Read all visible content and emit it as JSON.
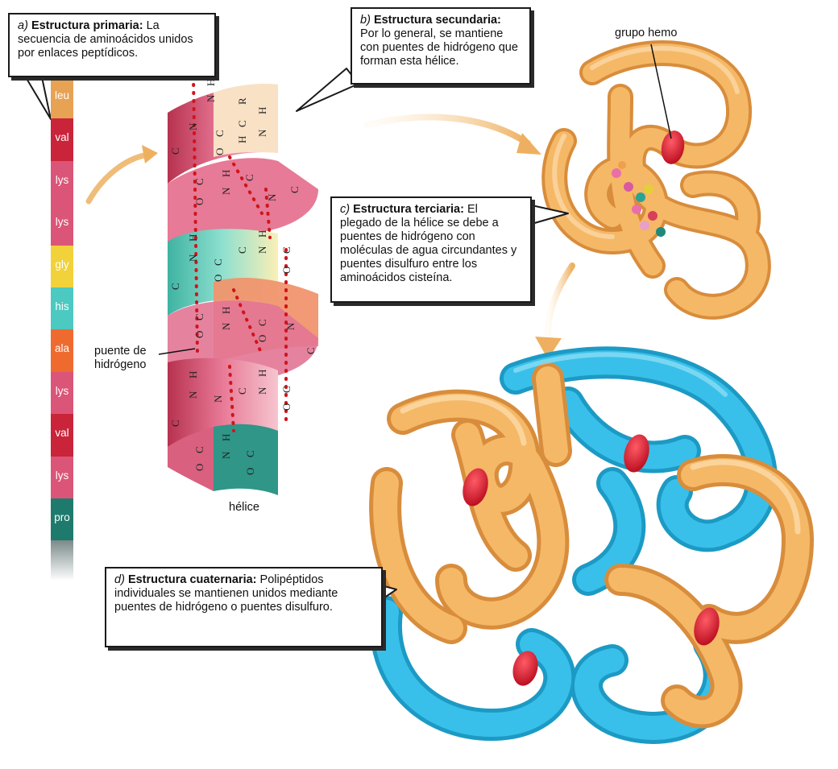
{
  "primary": {
    "letter": "a)",
    "title": "Estructura primaria:",
    "text": "La secuencia de aminoácidos unidos por enlaces peptídicos."
  },
  "secondary": {
    "letter": "b)",
    "title": "Estructura secundaria:",
    "text": "Por lo general, se mantiene con puentes de hidrógeno que forman esta hélice."
  },
  "tertiary": {
    "letter": "c)",
    "title": "Estructura terciaria:",
    "text": "El plegado de la hélice se debe a puentes de hidrógeno con moléculas de agua circundantes y puentes disulfuro entre los aminoácidos cisteína."
  },
  "quaternary": {
    "letter": "d)",
    "title": "Estructura cuaternaria:",
    "text": "Polipéptidos individuales se mantienen unidos mediante puentes de hidrógeno o puentes disulfuro."
  },
  "labels": {
    "hydrogen_bond": "puente de hidrógeno",
    "helix": "hélice",
    "heme_group": "grupo hemo"
  },
  "amino_acids": [
    {
      "name": "leu",
      "color": "#e8a253"
    },
    {
      "name": "val",
      "color": "#c9243a"
    },
    {
      "name": "lys",
      "color": "#db5578"
    },
    {
      "name": "lys",
      "color": "#db5578"
    },
    {
      "name": "gly",
      "color": "#f1d23a"
    },
    {
      "name": "his",
      "color": "#4cc9c0"
    },
    {
      "name": "ala",
      "color": "#ef6a2e"
    },
    {
      "name": "lys",
      "color": "#db5578"
    },
    {
      "name": "val",
      "color": "#c9243a"
    },
    {
      "name": "lys",
      "color": "#db5578"
    },
    {
      "name": "pro",
      "color": "#1f7a6e"
    }
  ],
  "helix_atoms": [
    "N",
    "H",
    "C",
    "O",
    "R"
  ],
  "colors": {
    "helix_pink": "#e26b8c",
    "helix_teal": "#6fd4c4",
    "protein_orange": "#f4b25c",
    "protein_blue": "#2cb3dc",
    "heme_red": "#d8152a",
    "hbond_dot": "#d0141c",
    "arrow": "#f0bd78"
  }
}
